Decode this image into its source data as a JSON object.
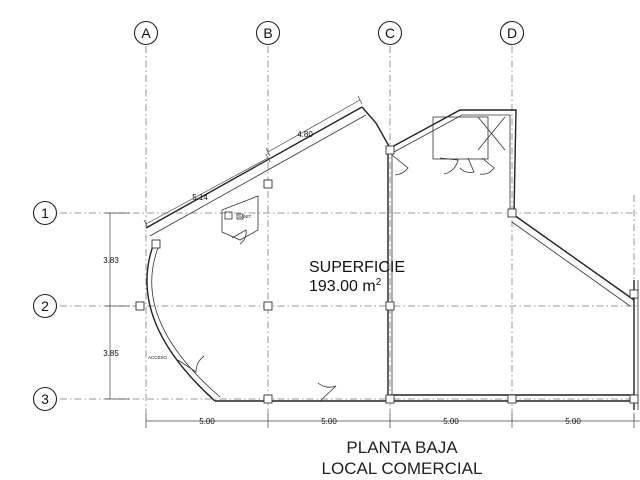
{
  "axes": {
    "columns": [
      "A",
      "B",
      "C",
      "D"
    ],
    "rows": [
      "1",
      "2",
      "3"
    ]
  },
  "dimensions": {
    "bottom": [
      "5.00",
      "5.00",
      "5.00",
      "5.00"
    ],
    "left": [
      "3.83",
      "3.85"
    ],
    "diagonal_outer": "4.80",
    "diagonal_inner": "5.14"
  },
  "rooms": {
    "sanitary": "SANIT.",
    "access": "ACCESO"
  },
  "area": {
    "label": "SUPERFICIE",
    "value": "193.00 m",
    "unit_superscript": "2"
  },
  "title": {
    "line1": "PLANTA BAJA",
    "line2": "LOCAL COMERCIAL"
  }
}
